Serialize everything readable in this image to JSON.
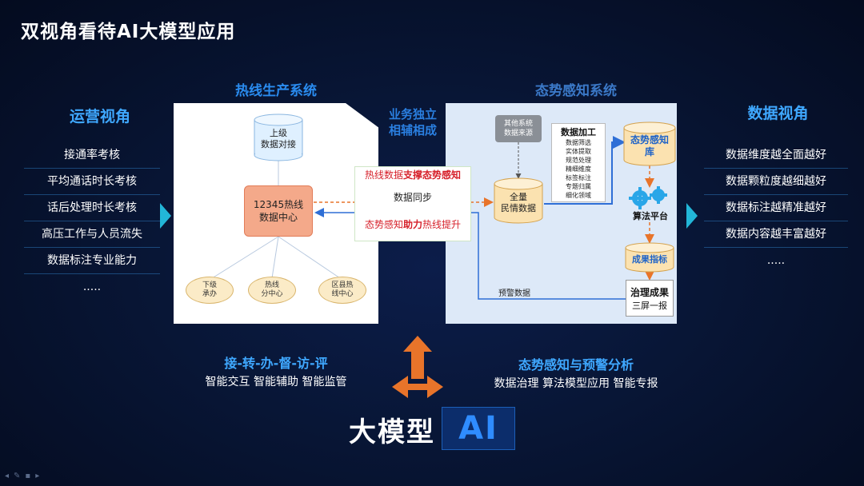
{
  "slide": {
    "title": "双视角看待AI大模型应用"
  },
  "left_view": {
    "title": "运营视角",
    "items": [
      "接通率考核",
      "平均通话时长考核",
      "话后处理时长考核",
      "高压工作与人员流失",
      "数据标注专业能力",
      "....."
    ]
  },
  "right_view": {
    "title": "数据视角",
    "items": [
      "数据维度越全面越好",
      "数据颗粒度越细越好",
      "数据标注越精准越好",
      "数据内容越丰富越好",
      "....."
    ]
  },
  "hotline": {
    "title": "热线生产系统",
    "upper": [
      "上级",
      "数据对接"
    ],
    "center": [
      "12345热线",
      "数据中心"
    ],
    "nodes": [
      [
        "下级",
        "承办"
      ],
      [
        "热线",
        "分中心"
      ],
      [
        "区县热",
        "线中心"
      ]
    ]
  },
  "middle": {
    "label": [
      "业务独立",
      "相辅相成"
    ],
    "line1_a": "热线数据",
    "line1_b": "支撑态势感知",
    "line2": "数据同步",
    "line3_a": "态势感知",
    "line3_b": "助力",
    "line3_c": "热线提升"
  },
  "situation": {
    "title": "态势感知系统",
    "source": [
      "其他系统",
      "数据来源"
    ],
    "processing_title": "数据加工",
    "processing_items": [
      "数据筛选",
      "实体提取",
      "规范处理",
      "精细维度",
      "标签标注",
      "专题归属",
      "细化领域"
    ],
    "full_data": [
      "全量",
      "民情数据"
    ],
    "db": [
      "态势感知",
      "库"
    ],
    "algorithm": "算法平台",
    "indicator": "成果指标",
    "result": [
      "治理成果",
      "三屏一报"
    ],
    "warning": "预警数据"
  },
  "captions": {
    "left_title": "接-转-办-督-访-评",
    "left_sub": "智能交互  智能辅助  智能监管",
    "right_title": "态势感知与预警分析",
    "right_sub": "数据治理  算法模型应用  智能专报"
  },
  "logo": {
    "text": "大模型",
    "ai": "AI"
  },
  "colors": {
    "accent_blue": "#3fa8ff",
    "orange": "#e8742a",
    "red": "#d6202a",
    "cyan": "#22b6d8"
  }
}
